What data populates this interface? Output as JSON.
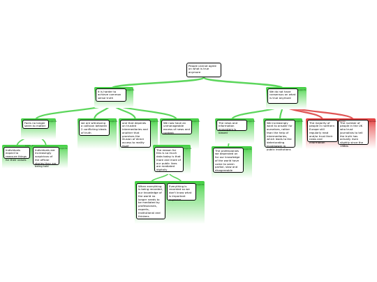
{
  "colors": {
    "support": "#3fcf3f",
    "oppose": "#e23c3c",
    "link_support": "#5cd65c",
    "link_oppose": "#e05555",
    "box_border": "#000000"
  },
  "nodes": [
    {
      "id": "root",
      "text": "People cannot agree on what is true anymore",
      "type": "root"
    },
    {
      "id": "n1",
      "text": "It is harder to achieve common sense truth",
      "type": "support",
      "tag": "supports"
    },
    {
      "id": "n2",
      "text": "We do not have consensus on what is true anymore",
      "type": "support",
      "tag": "supports"
    },
    {
      "id": "n11",
      "text": "Facts no longer seem to matter",
      "type": "support",
      "tag": "supports"
    },
    {
      "id": "n12",
      "text": "we are witnessing a collision between 2 conflicting ideals of truth",
      "type": "support",
      "tag": "supports"
    },
    {
      "id": "n13",
      "text": "one that depends on trusted intermediaries and another that promises the illusion of direct access to reality itself",
      "type": "support",
      "tag": "supports"
    },
    {
      "id": "n14",
      "text": "We now have an unmanageable excess of news and content",
      "type": "support",
      "tag": "supports"
    },
    {
      "id": "n111",
      "text": "Individuals expect to reassure things for their values",
      "type": "support",
      "tag": "supports"
    },
    {
      "id": "n112",
      "text": "Individuals are increasingly suspicious of the official stories they are being told",
      "type": "support",
      "tag": "supports"
    },
    {
      "id": "n141",
      "text": "The reason for this is so much data today is that more and more of our public lives are mediated digitally",
      "type": "support",
      "tag": "supports"
    },
    {
      "id": "n1411",
      "text": "When everything is being recorded, our knowledge of the world no longer needs to be mediated by professionals, experts, institutional and thinkers",
      "type": "support",
      "tag": "supports"
    },
    {
      "id": "n1412",
      "text": "Everything is recorded so we don't know what is important anymore",
      "type": "support",
      "tag": "supports"
    },
    {
      "id": "n21",
      "text": "The news and information ecosystem is biased",
      "type": "support",
      "tag": "supports"
    },
    {
      "id": "n22",
      "text": "We increasingly want to answer for ourselves, rather than the help of intermediaries, which leads to the deteriorating trust/power in public institutions",
      "type": "support",
      "tag": "supports"
    },
    {
      "id": "n23",
      "text": "The majority of people in northern Europe still regularly read and/or trust their news and information",
      "type": "oppose",
      "tag": "opposes"
    },
    {
      "id": "n24",
      "text": "The number of people in the UK who trust journalists to tell the truth has actually risen slightly since the 1980s",
      "type": "oppose",
      "tag": "opposes"
    },
    {
      "id": "n211",
      "text": "The professionals we depended on for our knowledge of the world have come to seem partial, slow and disagreeable",
      "type": "support",
      "tag": "supports"
    }
  ]
}
